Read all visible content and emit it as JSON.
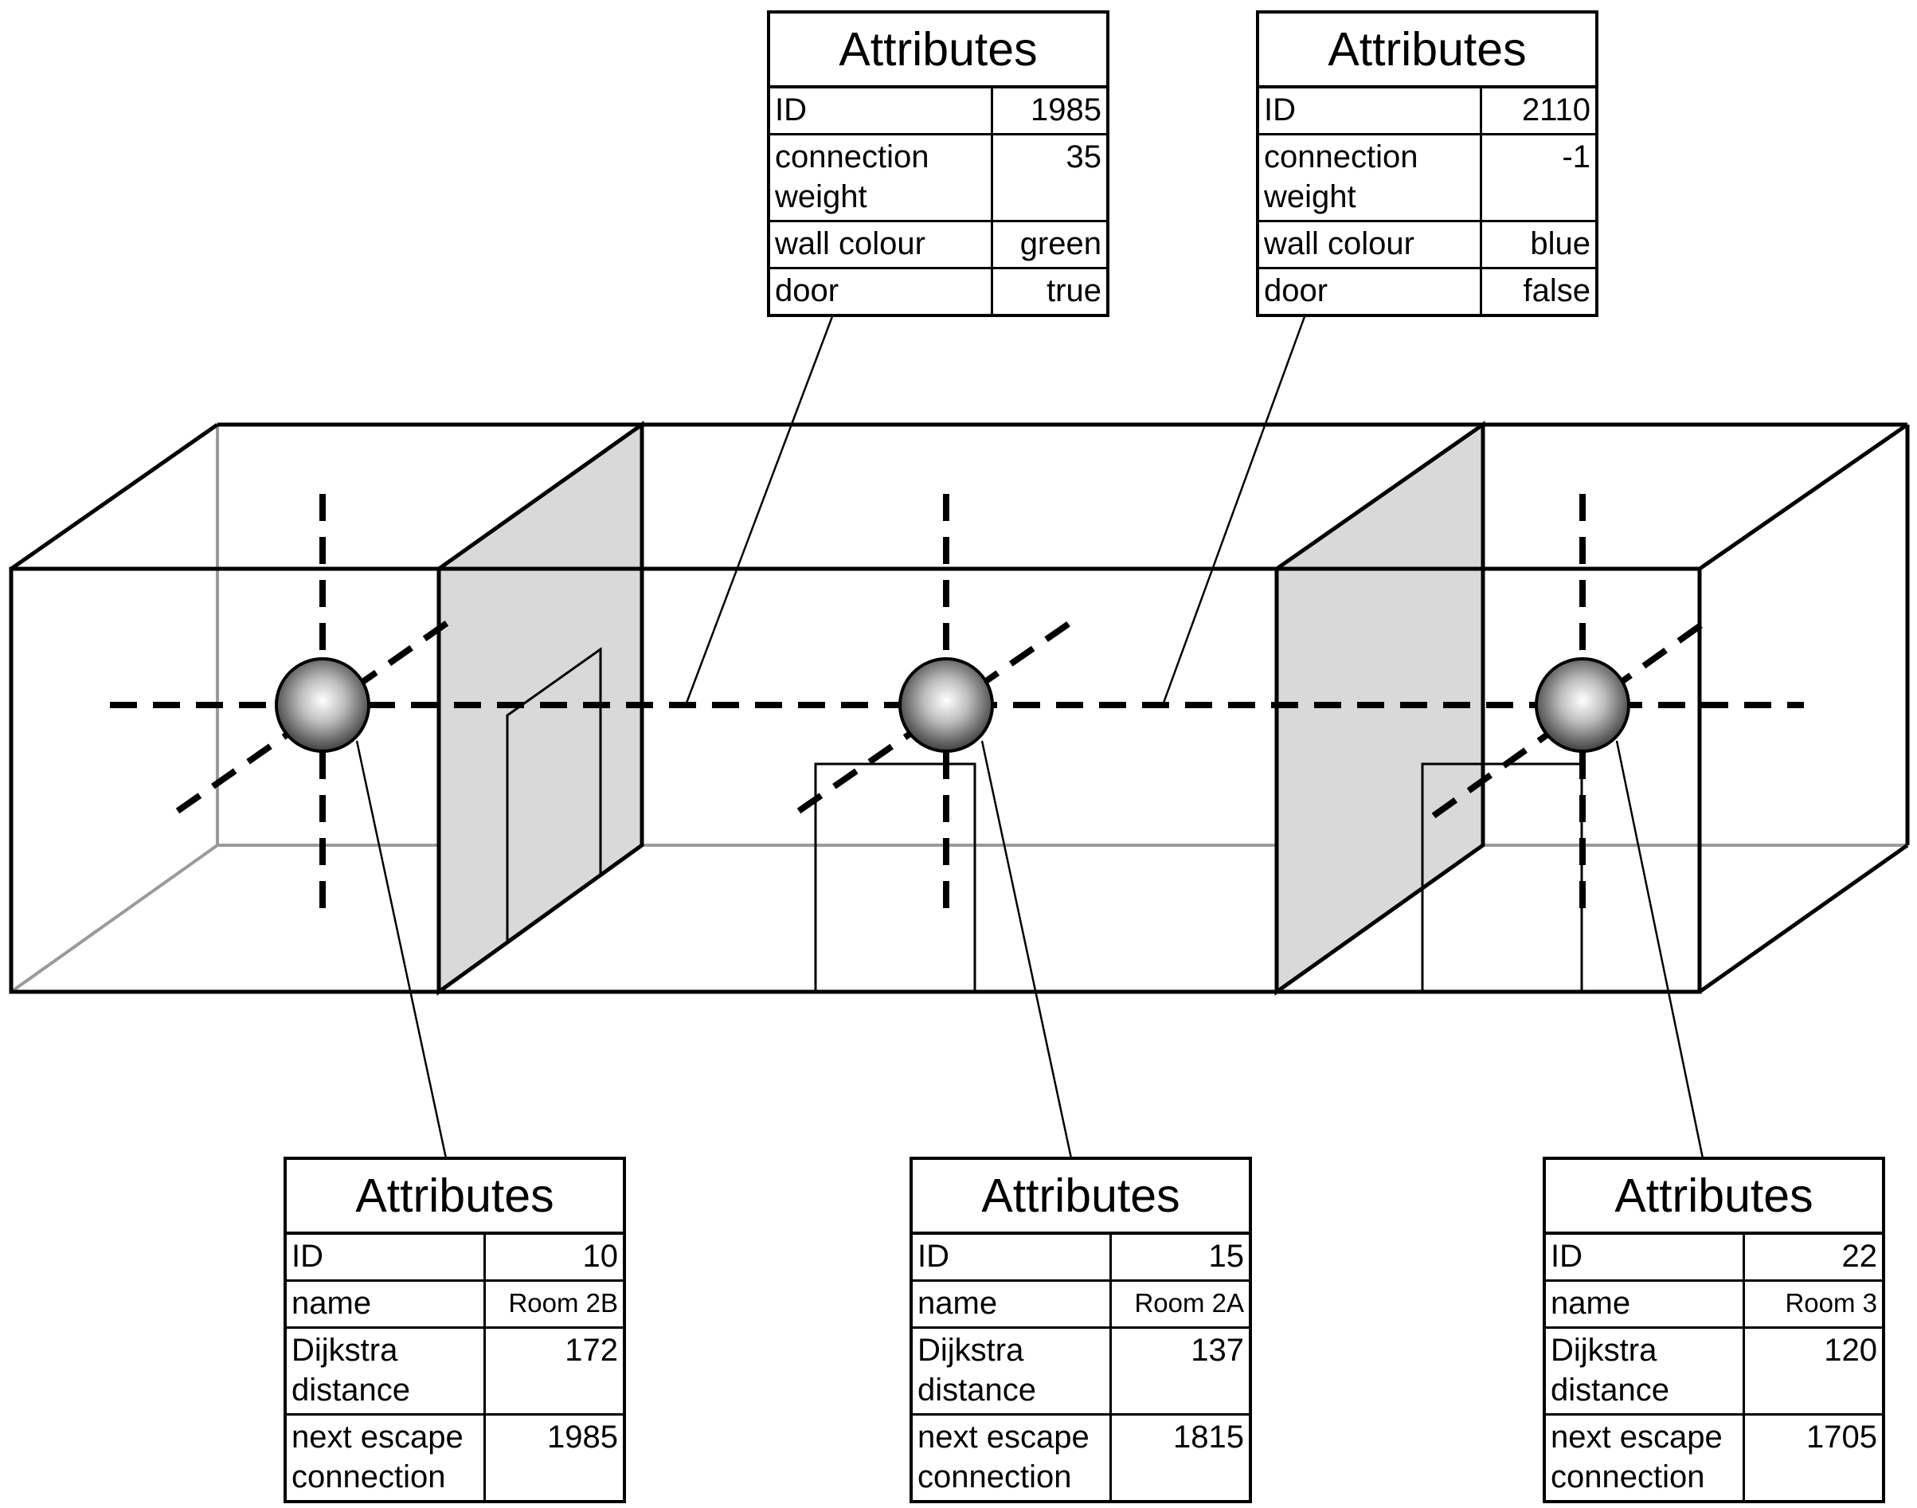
{
  "connections": [
    {
      "id": "conn-1985",
      "title": "Attributes",
      "rows": [
        {
          "key": "ID",
          "value": "1985"
        },
        {
          "key": "connection weight",
          "value": "35"
        },
        {
          "key": "wall colour",
          "value": "green"
        },
        {
          "key": "door",
          "value": "true"
        }
      ]
    },
    {
      "id": "conn-2110",
      "title": "Attributes",
      "rows": [
        {
          "key": "ID",
          "value": "2110"
        },
        {
          "key": "connection weight",
          "value": "-1"
        },
        {
          "key": "wall colour",
          "value": "blue"
        },
        {
          "key": "door",
          "value": "false"
        }
      ]
    }
  ],
  "rooms": [
    {
      "id": "room-10",
      "title": "Attributes",
      "rows": [
        {
          "key": "ID",
          "value": "10"
        },
        {
          "key": "name",
          "value": "Room 2B"
        },
        {
          "key": "Dijkstra distance",
          "value": "172"
        },
        {
          "key": "next escape connection",
          "value": "1985"
        }
      ]
    },
    {
      "id": "room-15",
      "title": "Attributes",
      "rows": [
        {
          "key": "ID",
          "value": "15"
        },
        {
          "key": "name",
          "value": "Room 2A"
        },
        {
          "key": "Dijkstra distance",
          "value": "137"
        },
        {
          "key": "next escape connection",
          "value": "1815"
        }
      ]
    },
    {
      "id": "room-22",
      "title": "Attributes",
      "rows": [
        {
          "key": "ID",
          "value": "22"
        },
        {
          "key": "name",
          "value": "Room 3"
        },
        {
          "key": "Dijkstra distance",
          "value": "120"
        },
        {
          "key": "next escape connection",
          "value": "1705"
        }
      ]
    }
  ],
  "colors": {
    "wall_fill": "#d9d9d9",
    "line": "#000000",
    "hidden_edge": "#9a9a9a"
  }
}
